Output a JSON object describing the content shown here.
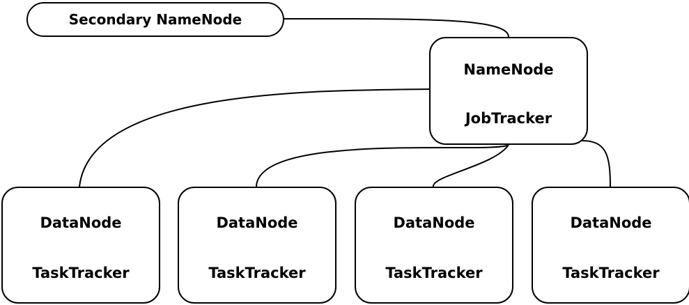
{
  "diagram": {
    "secondary": {
      "label": "Secondary NameNode"
    },
    "master": {
      "line1": "NameNode",
      "line2": "JobTracker"
    },
    "workers": [
      {
        "line1": "DataNode",
        "line2": "TaskTracker"
      },
      {
        "line1": "DataNode",
        "line2": "TaskTracker"
      },
      {
        "line1": "DataNode",
        "line2": "TaskTracker"
      },
      {
        "line1": "DataNode",
        "line2": "TaskTracker"
      }
    ],
    "colors": {
      "stroke": "#000000",
      "fill": "#ffffff"
    }
  }
}
